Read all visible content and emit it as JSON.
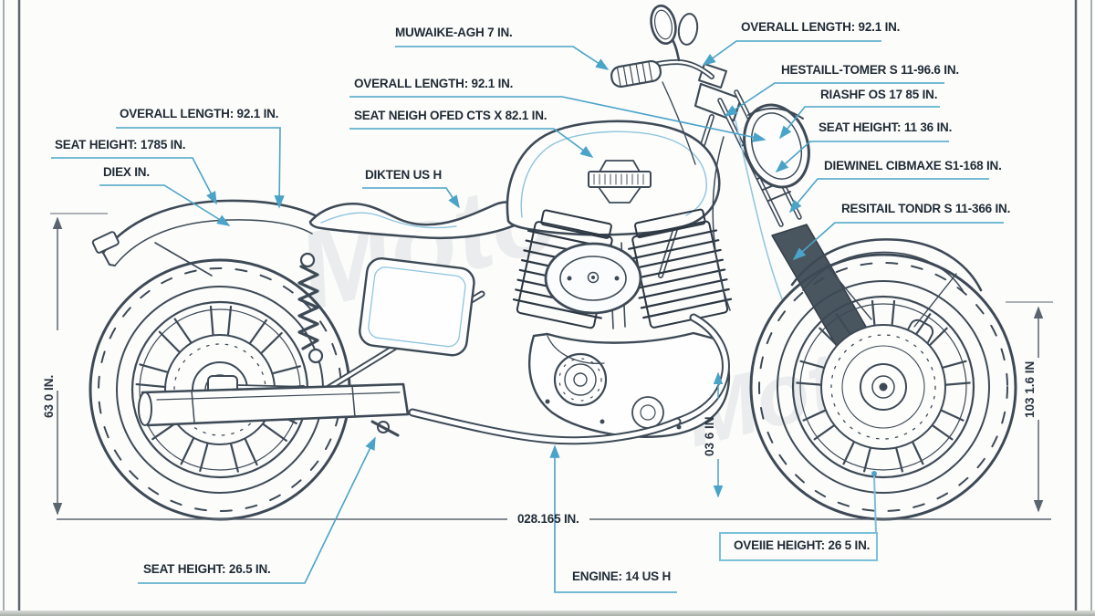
{
  "page": {
    "title": "Motorcycle dimension blueprint",
    "background": "#fcfcfb",
    "line_color": "#3d4a56",
    "accent_blue": "#4aa3c8",
    "light_blue": "#8fc5de",
    "text_color": "#1f2b35"
  },
  "watermark": "Moto",
  "callouts": {
    "muwaike": {
      "text": "MUWAIKE-AGH 7 IN."
    },
    "overall_mid": {
      "text": "OVERALL LENGTH: 92.1 IN."
    },
    "seat_neigh": {
      "text": "SEAT NEIGH OFED CTS X 82.1 IN."
    },
    "dikten": {
      "text": "DIKTEN US H"
    },
    "overall_left": {
      "text": "OVERALL LENGTH: 92.1 IN."
    },
    "seat_left": {
      "text": "SEAT HEIGHT: 1785 IN."
    },
    "diex": {
      "text": "DIEX IN."
    },
    "overall_top_right": {
      "text": "OVERALL LENGTH: 92.1 IN."
    },
    "hestaill": {
      "text": "HESTAILL-TOMER S 11-96.6 IN."
    },
    "riashf": {
      "text": "RIASHF OS 17 85 IN."
    },
    "seat_right": {
      "text": "SEAT HEIGHT: 11 36 IN."
    },
    "diewinel": {
      "text": "DIEWINEL CIBMAXE S1-168 IN."
    },
    "resitail": {
      "text": "RESITAIL TONDR S 11-366 IN."
    },
    "seat_bottom": {
      "text": "SEAT HEIGHT: 26.5 IN."
    },
    "engine": {
      "text": "ENGINE: 14 US H"
    },
    "oveiie": {
      "text": "OVEIIE HEIGHT: 26 5 IN."
    }
  },
  "dimensions": {
    "wheelbase": "028.165 IN.",
    "left_vertical": "63 0 IN.",
    "right_vertical": "103 1.6 IN",
    "mid_vertical": "03 6 IN"
  }
}
